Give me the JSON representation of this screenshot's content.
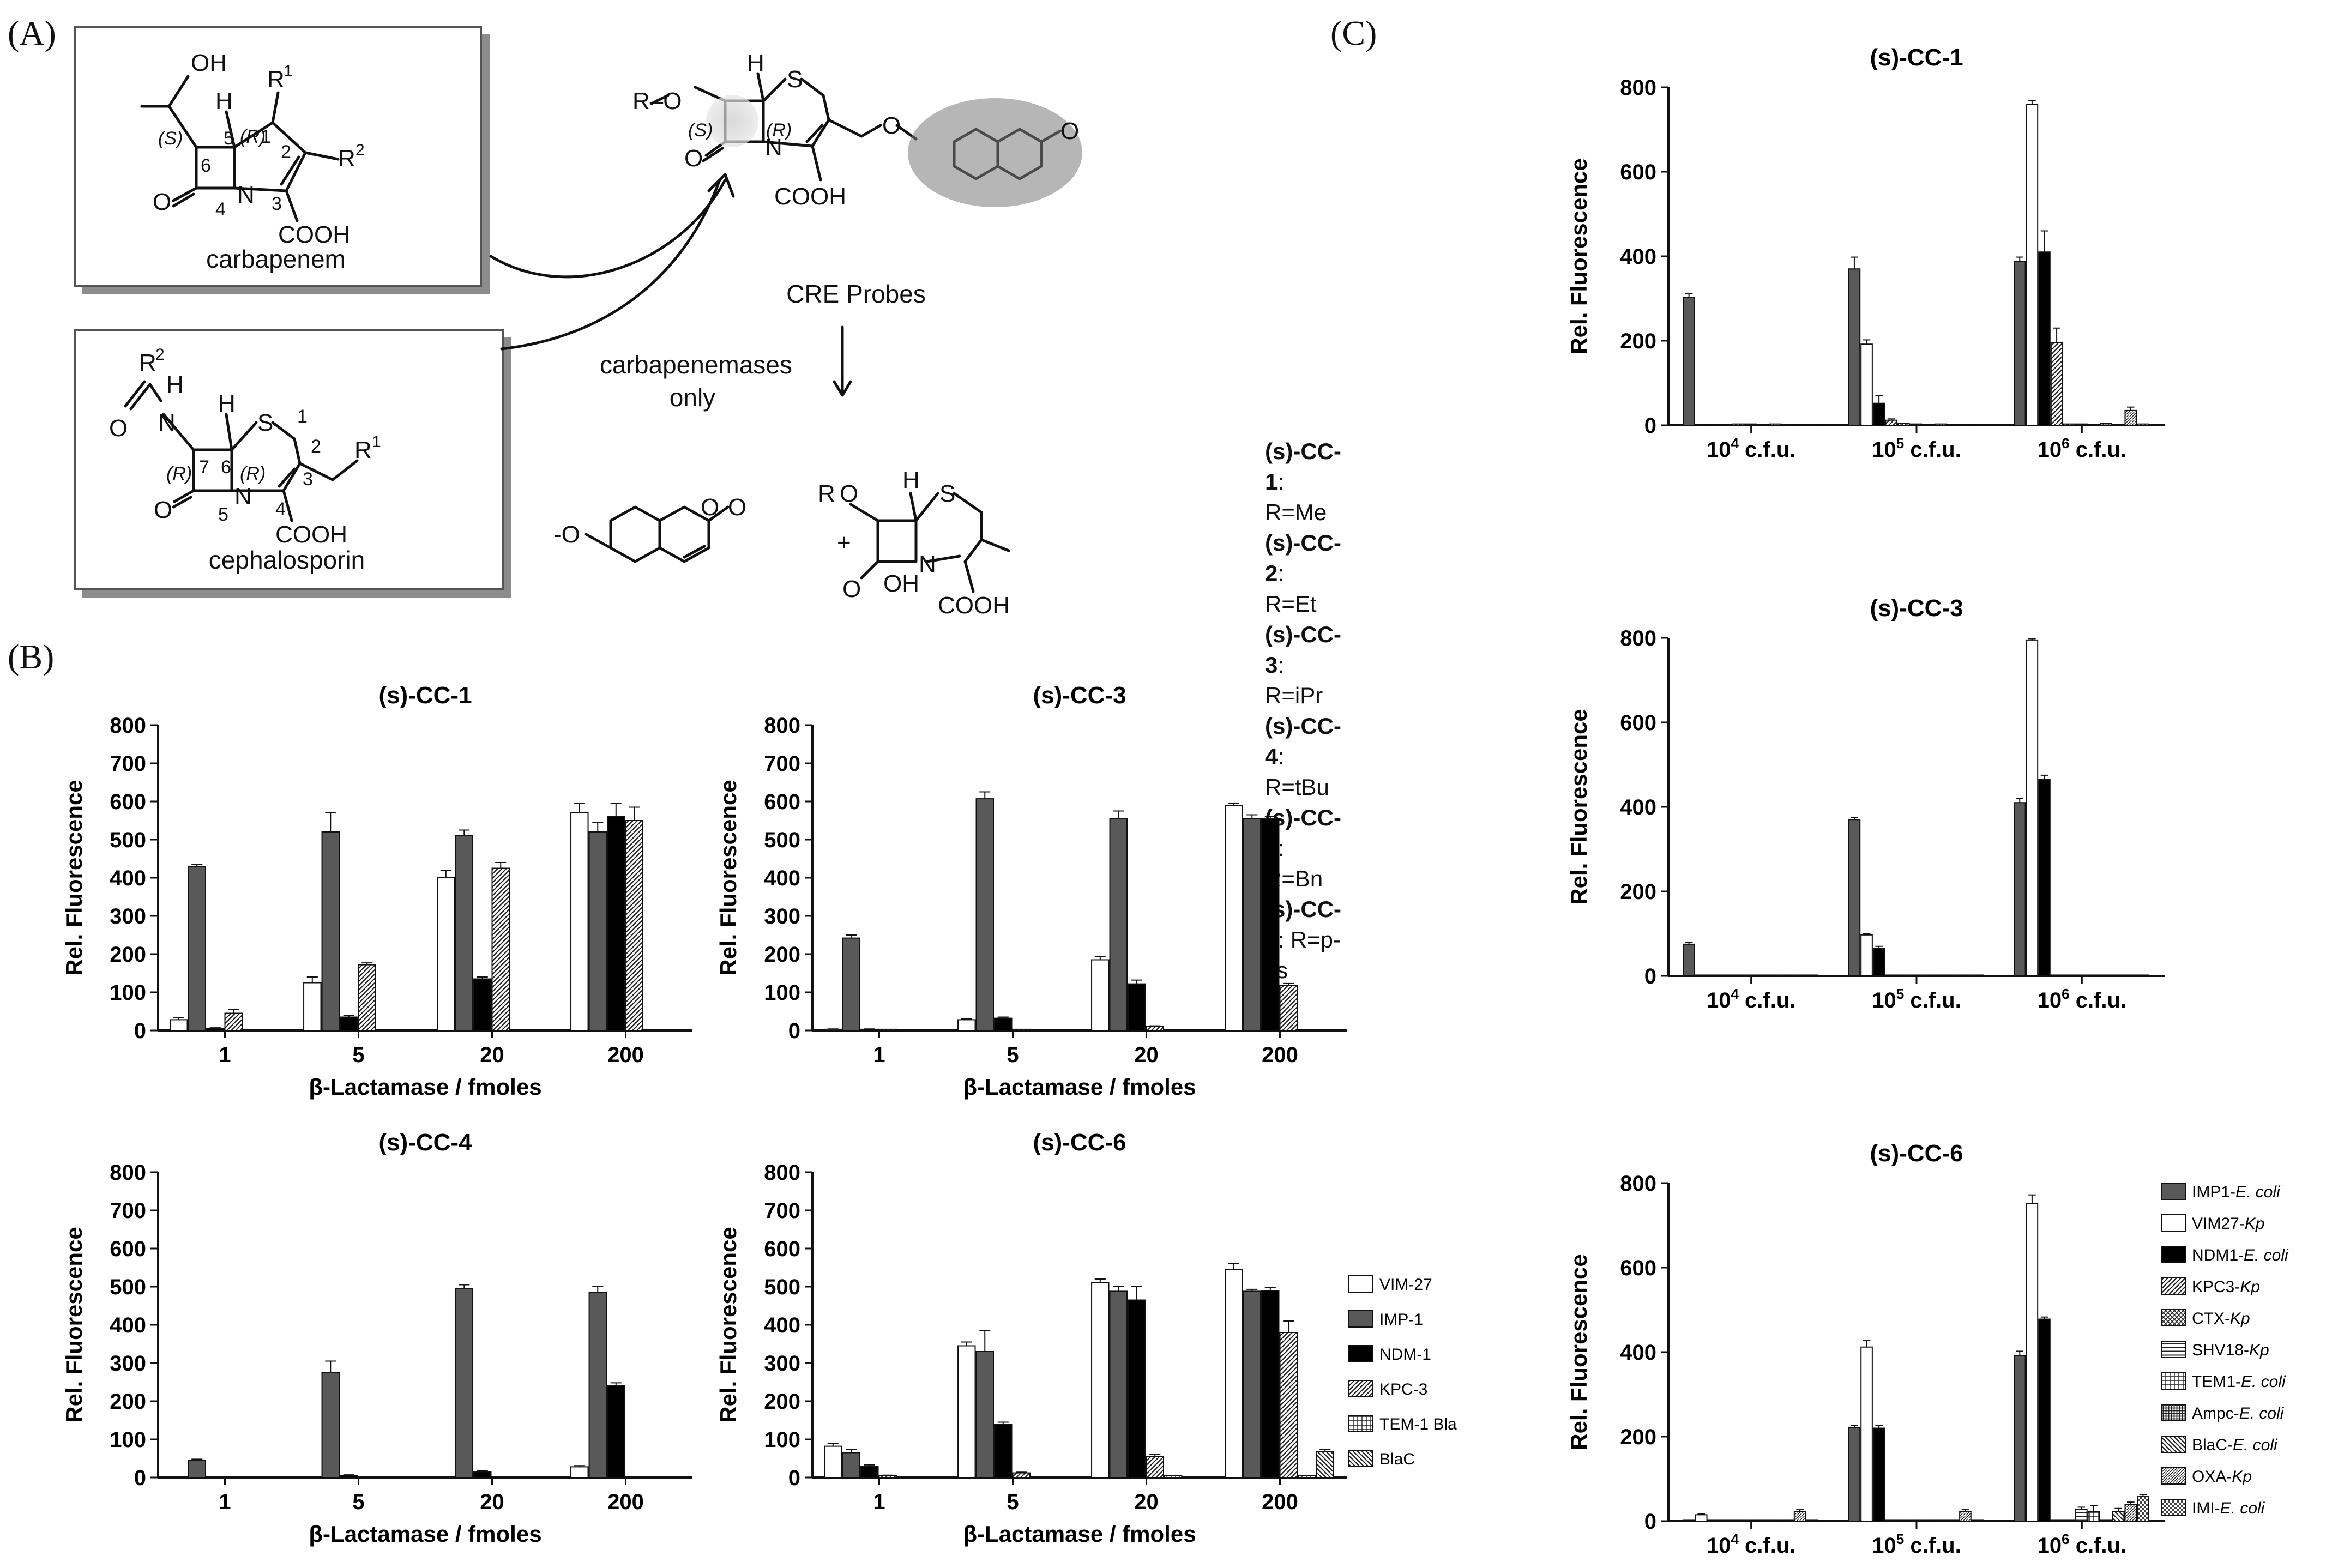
{
  "panel_labels": {
    "a": "(A)",
    "b": "(B)",
    "c": "(C)"
  },
  "scheme": {
    "carbapenem_name": "carbapenem",
    "cephalosporin_name": "cephalosporin",
    "probe_name": "CRE Probes",
    "arrow_label_1": "carbapenemases",
    "arrow_label_2": "only",
    "plus": "+",
    "atoms": {
      "oh": "OH",
      "h": "H",
      "r1": "R",
      "r2": "R",
      "sup1": "1",
      "sup2": "2",
      "n": "N",
      "o": "O",
      "s": "S",
      "cooh": "COOH",
      "stereo_s": "(S)",
      "stereo_r": "(R)",
      "ro": "R–O",
      "o_minus": "-O",
      "r": "R",
      "oh_ring": "OH",
      "num1": "1",
      "num2": "2",
      "num3": "3",
      "num4": "4",
      "num5": "5",
      "num6": "6",
      "num7": "7"
    },
    "probes": [
      {
        "name": "(s)-CC-1",
        "r": ": R=Me"
      },
      {
        "name": "(s)-CC-2",
        "r": ": R=Et"
      },
      {
        "name": "(s)-CC-3",
        "r": ": R=iPr"
      },
      {
        "name": "(s)-CC-4",
        "r": ": R=tBu"
      },
      {
        "name": "(s)-CC-5",
        "r": ": R=Bn"
      },
      {
        "name": "(s)-CC-6",
        "r": ": R=p-Ts"
      }
    ]
  },
  "legend_b": {
    "items": [
      {
        "label": "VIM-27",
        "fill": "#ffffff",
        "pattern": "none"
      },
      {
        "label": "IMP-1",
        "fill": "#595959",
        "pattern": "none"
      },
      {
        "label": "NDM-1",
        "fill": "#000000",
        "pattern": "none"
      },
      {
        "label": "KPC-3",
        "fill": "#ffffff",
        "pattern": "diag"
      },
      {
        "label": "TEM-1 Bla",
        "fill": "#ffffff",
        "pattern": "grid"
      },
      {
        "label": "BlaC",
        "fill": "#ffffff",
        "pattern": "backdiag"
      }
    ]
  },
  "legend_c": {
    "items": [
      {
        "label": "IMP1-",
        "italic": "E. coli",
        "fill": "#595959",
        "pattern": "none"
      },
      {
        "label": "VIM27-",
        "italic": "Kp",
        "fill": "#ffffff",
        "pattern": "none"
      },
      {
        "label": "NDM1-",
        "italic": "E. coli",
        "fill": "#000000",
        "pattern": "none"
      },
      {
        "label": "KPC3-",
        "italic": "Kp",
        "fill": "#ffffff",
        "pattern": "diag"
      },
      {
        "label": "CTX-",
        "italic": "Kp",
        "fill": "#ffffff",
        "pattern": "cross"
      },
      {
        "label": "SHV18-",
        "italic": "Kp",
        "fill": "#ffffff",
        "pattern": "horiz"
      },
      {
        "label": "TEM1-",
        "italic": "E. coli",
        "fill": "#ffffff",
        "pattern": "grid"
      },
      {
        "label": "Ampc-",
        "italic": "E. coli",
        "fill": "#ffffff",
        "pattern": "dense"
      },
      {
        "label": "BlaC-",
        "italic": "E. coli",
        "fill": "#ffffff",
        "pattern": "backdiag"
      },
      {
        "label": "OXA-",
        "italic": "Kp",
        "fill": "#ffffff",
        "pattern": "finediag"
      },
      {
        "label": "IMI-",
        "italic": "E. coli",
        "fill": "#ffffff",
        "pattern": "check"
      }
    ]
  },
  "chart_data": [
    {
      "id": "b1",
      "type": "bar",
      "title": "(s)-CC-1",
      "xlabel": "β-Lactamase / fmoles",
      "ylabel": "Rel. Fluorescence",
      "ylim": [
        0,
        800
      ],
      "yticks": [
        0,
        100,
        200,
        300,
        400,
        500,
        600,
        700,
        800
      ],
      "categories": [
        "1",
        "5",
        "20",
        "200"
      ],
      "series": [
        {
          "name": "VIM-27",
          "values": [
            28,
            125,
            400,
            570
          ],
          "errors": [
            5,
            15,
            20,
            25
          ]
        },
        {
          "name": "IMP-1",
          "values": [
            430,
            520,
            510,
            520
          ],
          "errors": [
            5,
            50,
            15,
            25
          ]
        },
        {
          "name": "NDM-1",
          "values": [
            5,
            35,
            135,
            560
          ],
          "errors": [
            2,
            4,
            5,
            35
          ]
        },
        {
          "name": "KPC-3",
          "values": [
            45,
            172,
            425,
            550
          ],
          "errors": [
            10,
            5,
            15,
            35
          ]
        },
        {
          "name": "TEM-1 Bla",
          "values": [
            2,
            2,
            2,
            2
          ],
          "errors": [
            0,
            0,
            0,
            0
          ]
        },
        {
          "name": "BlaC",
          "values": [
            2,
            2,
            2,
            2
          ],
          "errors": [
            0,
            0,
            0,
            0
          ]
        }
      ]
    },
    {
      "id": "b3",
      "type": "bar",
      "title": "(s)-CC-3",
      "xlabel": "β-Lactamase / fmoles",
      "ylabel": "Rel. Fluorescence",
      "ylim": [
        0,
        800
      ],
      "yticks": [
        0,
        100,
        200,
        300,
        400,
        500,
        600,
        700,
        800
      ],
      "categories": [
        "1",
        "5",
        "20",
        "200"
      ],
      "series": [
        {
          "name": "VIM-27",
          "values": [
            3,
            28,
            185,
            590
          ],
          "errors": [
            1,
            2,
            8,
            5
          ]
        },
        {
          "name": "IMP-1",
          "values": [
            242,
            607,
            555,
            555
          ],
          "errors": [
            8,
            18,
            20,
            10
          ]
        },
        {
          "name": "NDM-1",
          "values": [
            3,
            32,
            122,
            555
          ],
          "errors": [
            1,
            3,
            10,
            5
          ]
        },
        {
          "name": "KPC-3",
          "values": [
            3,
            3,
            10,
            118
          ],
          "errors": [
            0,
            0,
            2,
            5
          ]
        },
        {
          "name": "TEM-1 Bla",
          "values": [
            2,
            2,
            2,
            2
          ],
          "errors": [
            0,
            0,
            0,
            0
          ]
        },
        {
          "name": "BlaC",
          "values": [
            2,
            2,
            2,
            2
          ],
          "errors": [
            0,
            0,
            0,
            0
          ]
        }
      ]
    },
    {
      "id": "b4",
      "type": "bar",
      "title": "(s)-CC-4",
      "xlabel": "β-Lactamase / fmoles",
      "ylabel": "Rel. Fluorescence",
      "ylim": [
        0,
        800
      ],
      "yticks": [
        0,
        100,
        200,
        300,
        400,
        500,
        600,
        700,
        800
      ],
      "categories": [
        "1",
        "5",
        "20",
        "200"
      ],
      "series": [
        {
          "name": "VIM-27",
          "values": [
            2,
            2,
            2,
            28
          ],
          "errors": [
            0,
            0,
            0,
            3
          ]
        },
        {
          "name": "IMP-1",
          "values": [
            45,
            275,
            495,
            485
          ],
          "errors": [
            3,
            30,
            10,
            15
          ]
        },
        {
          "name": "NDM-1",
          "values": [
            2,
            5,
            15,
            240
          ],
          "errors": [
            0,
            2,
            3,
            8
          ]
        },
        {
          "name": "KPC-3",
          "values": [
            2,
            2,
            2,
            2
          ],
          "errors": [
            0,
            0,
            0,
            0
          ]
        },
        {
          "name": "TEM-1 Bla",
          "values": [
            2,
            2,
            2,
            2
          ],
          "errors": [
            0,
            0,
            0,
            0
          ]
        },
        {
          "name": "BlaC",
          "values": [
            2,
            2,
            2,
            2
          ],
          "errors": [
            0,
            0,
            0,
            0
          ]
        }
      ]
    },
    {
      "id": "b6",
      "type": "bar",
      "title": "(s)-CC-6",
      "xlabel": "β-Lactamase / fmoles",
      "ylabel": "Rel. Fluorescence",
      "ylim": [
        0,
        800
      ],
      "yticks": [
        0,
        100,
        200,
        300,
        400,
        500,
        600,
        700,
        800
      ],
      "categories": [
        "1",
        "5",
        "20",
        "200"
      ],
      "series": [
        {
          "name": "VIM-27",
          "values": [
            82,
            345,
            510,
            545
          ],
          "errors": [
            8,
            10,
            10,
            15
          ]
        },
        {
          "name": "IMP-1",
          "values": [
            65,
            330,
            488,
            488
          ],
          "errors": [
            8,
            55,
            12,
            5
          ]
        },
        {
          "name": "NDM-1",
          "values": [
            30,
            140,
            465,
            490
          ],
          "errors": [
            3,
            5,
            35,
            8
          ]
        },
        {
          "name": "KPC-3",
          "values": [
            5,
            12,
            55,
            380
          ],
          "errors": [
            1,
            2,
            5,
            30
          ]
        },
        {
          "name": "TEM-1 Bla",
          "values": [
            2,
            2,
            5,
            5
          ],
          "errors": [
            0,
            0,
            0,
            0
          ]
        },
        {
          "name": "BlaC",
          "values": [
            2,
            2,
            2,
            68
          ],
          "errors": [
            0,
            0,
            0,
            5
          ]
        }
      ]
    },
    {
      "id": "c1",
      "type": "bar",
      "title": "(s)-CC-1",
      "xlabel": "",
      "ylabel": "Rel. Fluorescence",
      "ylim": [
        0,
        800
      ],
      "yticks": [
        0,
        200,
        400,
        600,
        800
      ],
      "categories": [
        "10^4 c.f.u.",
        "10^5 c.f.u.",
        "10^6 c.f.u."
      ],
      "series": [
        {
          "name": "IMP1-E. coli",
          "values": [
            302,
            370,
            388
          ],
          "errors": [
            10,
            28,
            10
          ]
        },
        {
          "name": "VIM27-Kp",
          "values": [
            2,
            192,
            760
          ],
          "errors": [
            0,
            10,
            8
          ]
        },
        {
          "name": "NDM1-E. coli",
          "values": [
            2,
            52,
            410
          ],
          "errors": [
            0,
            18,
            50
          ]
        },
        {
          "name": "KPC3-Kp",
          "values": [
            2,
            12,
            195
          ],
          "errors": [
            0,
            3,
            35
          ]
        },
        {
          "name": "CTX-Kp",
          "values": [
            3,
            5,
            3
          ],
          "errors": [
            0,
            0,
            0
          ]
        },
        {
          "name": "SHV18-Kp",
          "values": [
            3,
            3,
            3
          ],
          "errors": [
            0,
            0,
            0
          ]
        },
        {
          "name": "TEM1-E. coli",
          "values": [
            2,
            2,
            2
          ],
          "errors": [
            0,
            0,
            0
          ]
        },
        {
          "name": "Ampc-E. coli",
          "values": [
            3,
            3,
            5
          ],
          "errors": [
            0,
            0,
            0
          ]
        },
        {
          "name": "BlaC-E. coli",
          "values": [
            2,
            2,
            2
          ],
          "errors": [
            0,
            0,
            0
          ]
        },
        {
          "name": "OXA-Kp",
          "values": [
            2,
            2,
            35
          ],
          "errors": [
            0,
            0,
            8
          ]
        },
        {
          "name": "IMI-E. coli",
          "values": [
            2,
            2,
            3
          ],
          "errors": [
            0,
            0,
            0
          ]
        }
      ]
    },
    {
      "id": "c3",
      "type": "bar",
      "title": "(s)-CC-3",
      "xlabel": "",
      "ylabel": "Rel. Fluorescence",
      "ylim": [
        0,
        800
      ],
      "yticks": [
        0,
        200,
        400,
        600,
        800
      ],
      "categories": [
        "10^4 c.f.u.",
        "10^5 c.f.u.",
        "10^6 c.f.u."
      ],
      "series": [
        {
          "name": "IMP1-E. coli",
          "values": [
            75,
            370,
            410
          ],
          "errors": [
            5,
            5,
            10
          ]
        },
        {
          "name": "VIM27-Kp",
          "values": [
            2,
            97,
            795
          ],
          "errors": [
            0,
            3,
            3
          ]
        },
        {
          "name": "NDM1-E. coli",
          "values": [
            2,
            65,
            465
          ],
          "errors": [
            0,
            5,
            10
          ]
        },
        {
          "name": "KPC3-Kp",
          "values": [
            2,
            2,
            2
          ],
          "errors": [
            0,
            0,
            0
          ]
        },
        {
          "name": "CTX-Kp",
          "values": [
            2,
            2,
            2
          ],
          "errors": [
            0,
            0,
            0
          ]
        },
        {
          "name": "SHV18-Kp",
          "values": [
            2,
            2,
            2
          ],
          "errors": [
            0,
            0,
            0
          ]
        },
        {
          "name": "TEM1-E. coli",
          "values": [
            2,
            2,
            2
          ],
          "errors": [
            0,
            0,
            0
          ]
        },
        {
          "name": "Ampc-E. coli",
          "values": [
            2,
            2,
            2
          ],
          "errors": [
            0,
            0,
            0
          ]
        },
        {
          "name": "BlaC-E. coli",
          "values": [
            2,
            2,
            2
          ],
          "errors": [
            0,
            0,
            0
          ]
        },
        {
          "name": "OXA-Kp",
          "values": [
            2,
            2,
            2
          ],
          "errors": [
            0,
            0,
            0
          ]
        },
        {
          "name": "IMI-E. coli",
          "values": [
            2,
            2,
            2
          ],
          "errors": [
            0,
            0,
            0
          ]
        }
      ]
    },
    {
      "id": "c6",
      "type": "bar",
      "title": "(s)-CC-6",
      "xlabel": "",
      "ylabel": "Rel. Fluorescence",
      "ylim": [
        0,
        800
      ],
      "yticks": [
        0,
        200,
        400,
        600,
        800
      ],
      "categories": [
        "10^4 c.f.u.",
        "10^5 c.f.u.",
        "10^6 c.f.u."
      ],
      "series": [
        {
          "name": "IMP1-E. coli",
          "values": [
            2,
            222,
            392
          ],
          "errors": [
            0,
            4,
            10
          ]
        },
        {
          "name": "VIM27-Kp",
          "values": [
            15,
            412,
            752
          ],
          "errors": [
            2,
            15,
            20
          ]
        },
        {
          "name": "NDM1-E. coli",
          "values": [
            2,
            220,
            478
          ],
          "errors": [
            0,
            6,
            5
          ]
        },
        {
          "name": "KPC3-Kp",
          "values": [
            2,
            2,
            2
          ],
          "errors": [
            0,
            0,
            0
          ]
        },
        {
          "name": "CTX-Kp",
          "values": [
            2,
            2,
            2
          ],
          "errors": [
            0,
            0,
            0
          ]
        },
        {
          "name": "SHV18-Kp",
          "values": [
            2,
            2,
            28
          ],
          "errors": [
            0,
            0,
            5
          ]
        },
        {
          "name": "TEM1-E. coli",
          "values": [
            2,
            2,
            22
          ],
          "errors": [
            0,
            0,
            15
          ]
        },
        {
          "name": "Ampc-E. coli",
          "values": [
            2,
            2,
            2
          ],
          "errors": [
            0,
            0,
            0
          ]
        },
        {
          "name": "BlaC-E. coli",
          "values": [
            2,
            2,
            22
          ],
          "errors": [
            0,
            0,
            8
          ]
        },
        {
          "name": "OXA-Kp",
          "values": [
            22,
            22,
            40
          ],
          "errors": [
            5,
            5,
            5
          ]
        },
        {
          "name": "IMI-E. coli",
          "values": [
            2,
            2,
            58
          ],
          "errors": [
            0,
            0,
            5
          ]
        }
      ]
    }
  ]
}
